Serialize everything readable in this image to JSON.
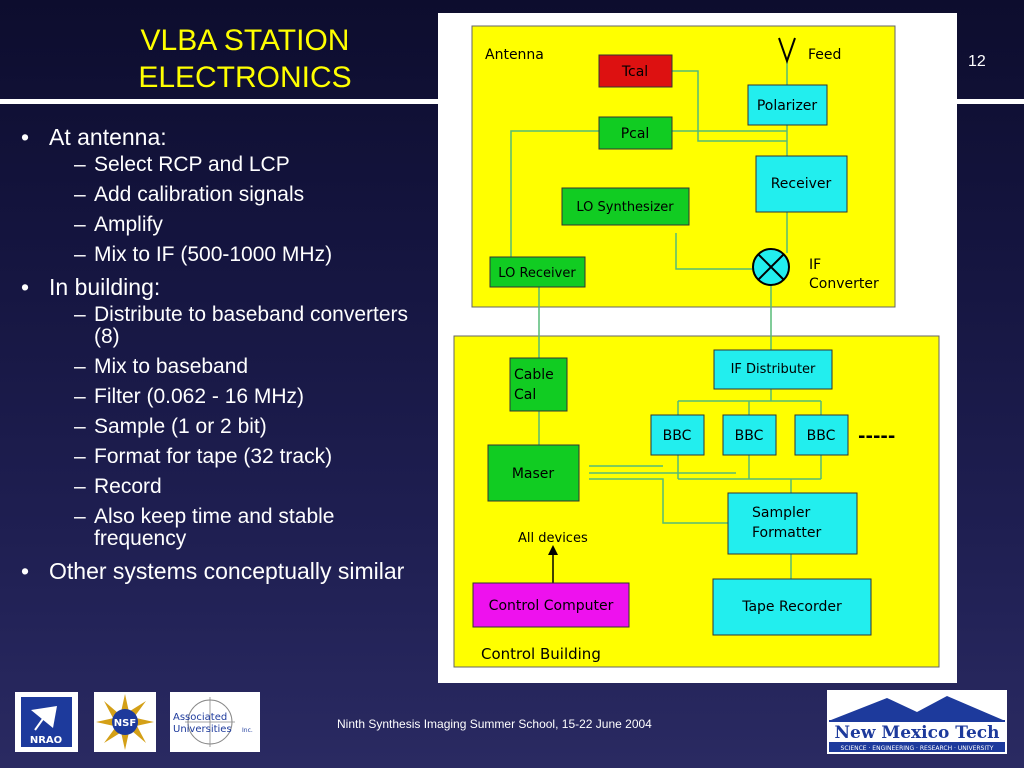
{
  "slide": {
    "title_line1": "VLBA STATION",
    "title_line2": "ELECTRONICS",
    "number": "12"
  },
  "bullets": [
    {
      "text": "At antenna:",
      "sub": [
        "Select RCP and LCP",
        "Add calibration signals",
        "Amplify",
        "Mix to IF (500-1000 MHz)"
      ]
    },
    {
      "text": "In building:",
      "sub": [
        "Distribute to baseband converters (8)",
        "Mix to baseband",
        "Filter (0.062 - 16 MHz)",
        "Sample (1 or 2 bit)",
        "Format for tape (32 track)",
        "Record",
        "Also keep time and stable frequency"
      ]
    },
    {
      "text": "Other systems conceptually similar",
      "sub": []
    }
  ],
  "diagram": {
    "antenna_label": "Antenna",
    "feed_label": "Feed",
    "tcal": "Tcal",
    "pcal": "Pcal",
    "polarizer": "Polarizer",
    "receiver": "Receiver",
    "lo_synthesizer": "LO Synthesizer",
    "lo_receiver": "LO Receiver",
    "if_converter_line1": "IF",
    "if_converter_line2": "Converter",
    "cable_cal_line1": "Cable",
    "cable_cal_line2": "Cal",
    "if_distributer": "IF Distributer",
    "bbc": "BBC",
    "bbc_more": "-----",
    "maser": "Maser",
    "sampler_line1": "Sampler",
    "sampler_line2": "Formatter",
    "all_devices": "All devices",
    "control_computer": "Control Computer",
    "tape_recorder": "Tape Recorder",
    "control_building_label": "Control Building"
  },
  "footer": {
    "text": "Ninth Synthesis Imaging Summer School, 15-22 June 2004",
    "logos": {
      "nrao": "NRAO",
      "nsf": "NSF",
      "aui_line1": "Associated",
      "aui_line2": "Universities",
      "aui_suffix": "Inc.",
      "nmt": "New Mexico Tech",
      "nmt_tagline": "SCIENCE · ENGINEERING · RESEARCH · UNIVERSITY"
    }
  },
  "colors": {
    "title": "#ffff00",
    "zone": "#ffff00",
    "red_box": "#dd1111",
    "green_box": "#11cc22",
    "cyan_box": "#22eeee",
    "magenta_box": "#ee11ee",
    "wire": "#55bb77"
  }
}
